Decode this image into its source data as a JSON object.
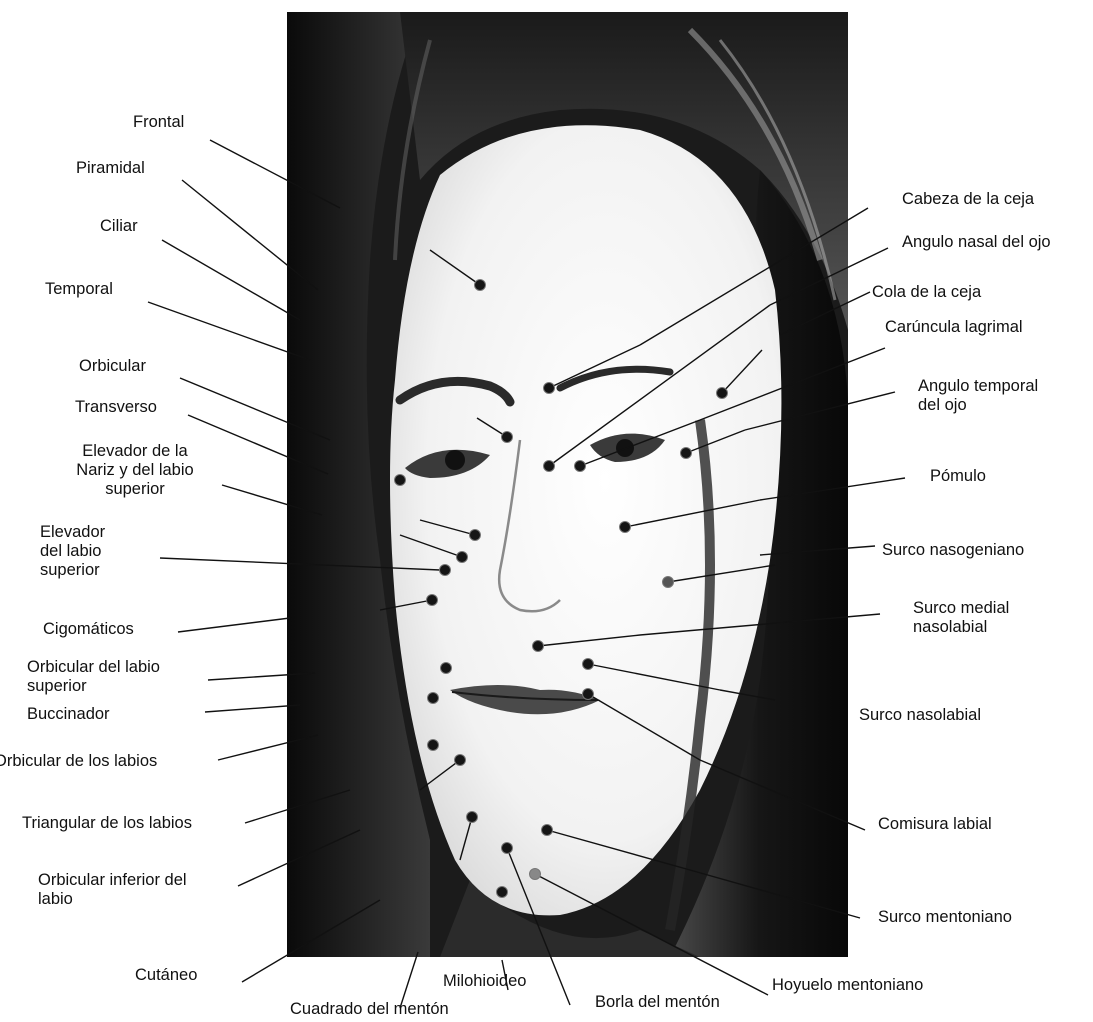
{
  "figure": {
    "labels_left": {
      "frontal": "Frontal",
      "piramidal": "Piramidal",
      "ciliar": "Ciliar",
      "temporal": "Temporal",
      "orbicular": "Orbicular",
      "transverso": "Transverso",
      "elevador_nariz": "Elevador de la\nNariz y del labio\nsuperior",
      "elevador_labio": "Elevador\ndel labio\nsuperior",
      "cigomaticos": "Cigomáticos",
      "orbicular_labio_superior": "Orbicular del labio\nsuperior",
      "buccinador": "Buccinador",
      "orbicular_labios": "Orbicular de los labios",
      "triangular": "Triangular de los labios",
      "orbicular_inferior": "Orbicular inferior del\nlabio",
      "cutaneo": "Cutáneo"
    },
    "labels_bottom": {
      "cuadrado": "Cuadrado del mentón",
      "milohioideo": "Milohioideo",
      "borla": "Borla del mentón",
      "hoyuelo": "Hoyuelo mentoniano"
    },
    "labels_right": {
      "cabeza_ceja": "Cabeza de la ceja",
      "angulo_nasal": "Angulo nasal del ojo",
      "cola_ceja": "Cola de la ceja",
      "caruncula": "Carúncula lagrimal",
      "angulo_temporal": "Angulo temporal\ndel ojo",
      "pomulo": "Pómulo",
      "surco_nasogeniano": "Surco nasogeniano",
      "surco_medial": "Surco medial\nnasolabial",
      "surco_nasolabial": "Surco nasolabial",
      "comisura": "Comisura labial",
      "surco_mentoniano": "Surco mentoniano"
    }
  }
}
